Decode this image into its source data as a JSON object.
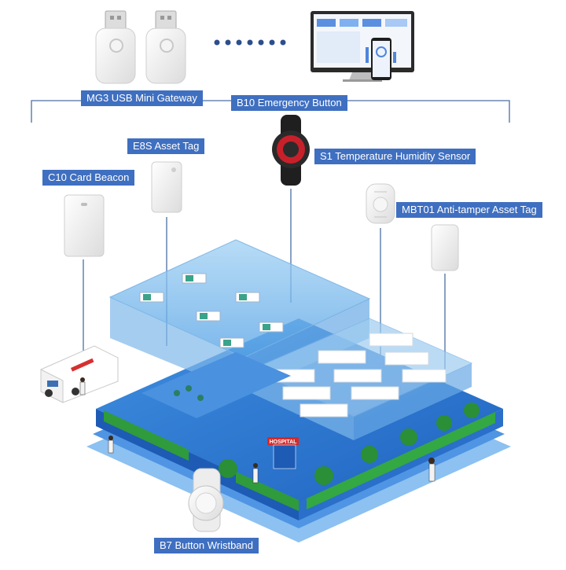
{
  "labels": {
    "gateway": "MG3 USB Mini Gateway",
    "emergency": "B10 Emergency Button",
    "asset_tag": "E8S Asset Tag",
    "temp_sensor": "S1 Temperature Humidity Sensor",
    "card_beacon": "C10 Card Beacon",
    "anti_tamper": "MBT01 Anti-tamper Asset Tag",
    "wristband": "B7 Button Wristband"
  },
  "hospital_sign": "HOSPITAL",
  "colors": {
    "label_bg": "#3f6fc0",
    "floor_blue": "#2f7ad6",
    "glass_blue": "#8ec4ef",
    "hedge_green": "#2f9b3c",
    "connector": "#4a6fa5"
  }
}
